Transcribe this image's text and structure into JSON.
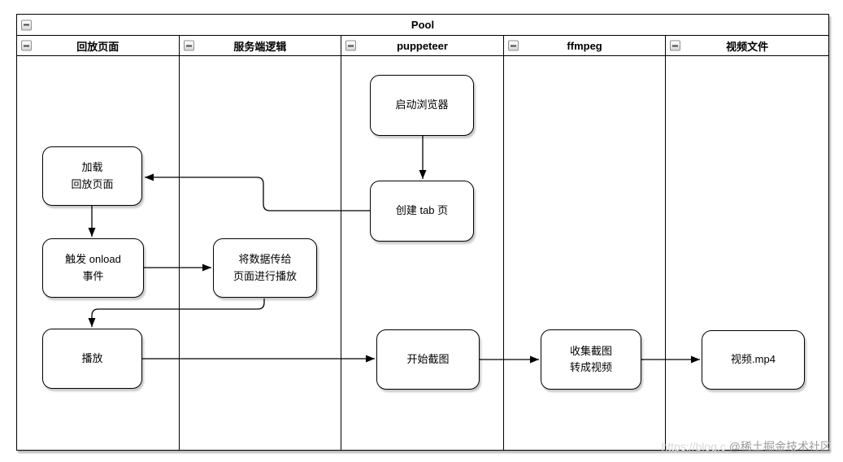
{
  "pool": {
    "title": "Pool",
    "lanes": [
      {
        "label": "回放页面"
      },
      {
        "label": "服务端逻辑"
      },
      {
        "label": "puppeteer"
      },
      {
        "label": "ffmpeg"
      },
      {
        "label": "视频文件"
      }
    ]
  },
  "nodes": [
    {
      "id": "launch-browser",
      "lane": "puppeteer",
      "label": "启动浏览器"
    },
    {
      "id": "create-tab",
      "lane": "puppeteer",
      "label": "创建 tab 页"
    },
    {
      "id": "load-playback-page",
      "lane": "回放页面",
      "label": "加载\n回放页面"
    },
    {
      "id": "trigger-onload",
      "lane": "回放页面",
      "label": "触发 onload\n事件"
    },
    {
      "id": "pass-data-to-page",
      "lane": "服务端逻辑",
      "label": "将数据传给\n页面进行播放"
    },
    {
      "id": "play",
      "lane": "回放页面",
      "label": "播放"
    },
    {
      "id": "start-screenshot",
      "lane": "puppeteer",
      "label": "开始截图"
    },
    {
      "id": "collect-screenshots",
      "lane": "ffmpeg",
      "label": "收集截图\n转成视频"
    },
    {
      "id": "video-mp4",
      "lane": "视频文件",
      "label": "视频.mp4"
    }
  ],
  "edges": [
    {
      "from": "launch-browser",
      "to": "create-tab"
    },
    {
      "from": "create-tab",
      "to": "load-playback-page"
    },
    {
      "from": "load-playback-page",
      "to": "trigger-onload"
    },
    {
      "from": "trigger-onload",
      "to": "pass-data-to-page"
    },
    {
      "from": "pass-data-to-page",
      "to": "play"
    },
    {
      "from": "play",
      "to": "start-screenshot"
    },
    {
      "from": "start-screenshot",
      "to": "collect-screenshots"
    },
    {
      "from": "collect-screenshots",
      "to": "video-mp4"
    }
  ],
  "watermark": {
    "url_text": "https://blog.c",
    "site_text": "@稀土掘金技术社区"
  },
  "colors": {
    "stroke": "#000000",
    "node_fill": "#ffffff",
    "background": "#ffffff",
    "watermark_url": "#d9d9d9",
    "watermark_site": "#9a9a9a"
  }
}
